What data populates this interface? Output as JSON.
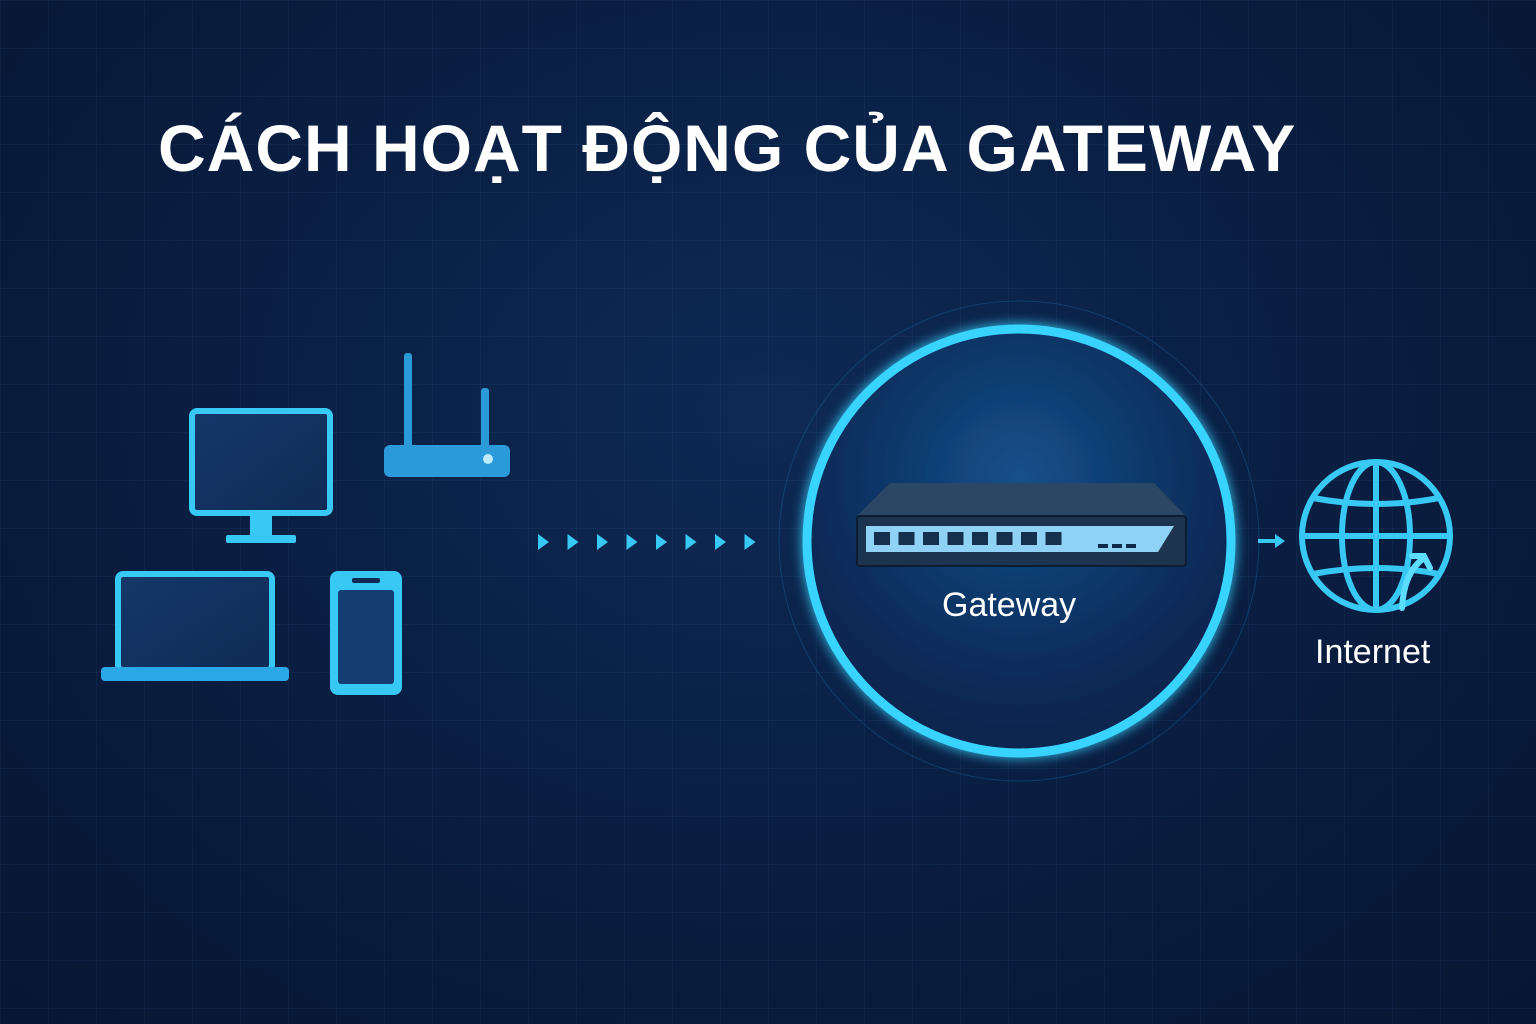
{
  "title": "CÁCH HOẠT ĐỘNG CỦA GATEWAY",
  "gateway": {
    "label": "Gateway"
  },
  "internet": {
    "label": "Internet"
  },
  "colors": {
    "background": "#0a1f44",
    "accent": "#38c8f4",
    "accent_dark": "#1f8fd0",
    "text": "#ffffff"
  },
  "icons": [
    "monitor-icon",
    "router-icon",
    "laptop-icon",
    "smartphone-icon",
    "switch-icon",
    "globe-icon"
  ],
  "flow": {
    "arrow_count": 8
  }
}
